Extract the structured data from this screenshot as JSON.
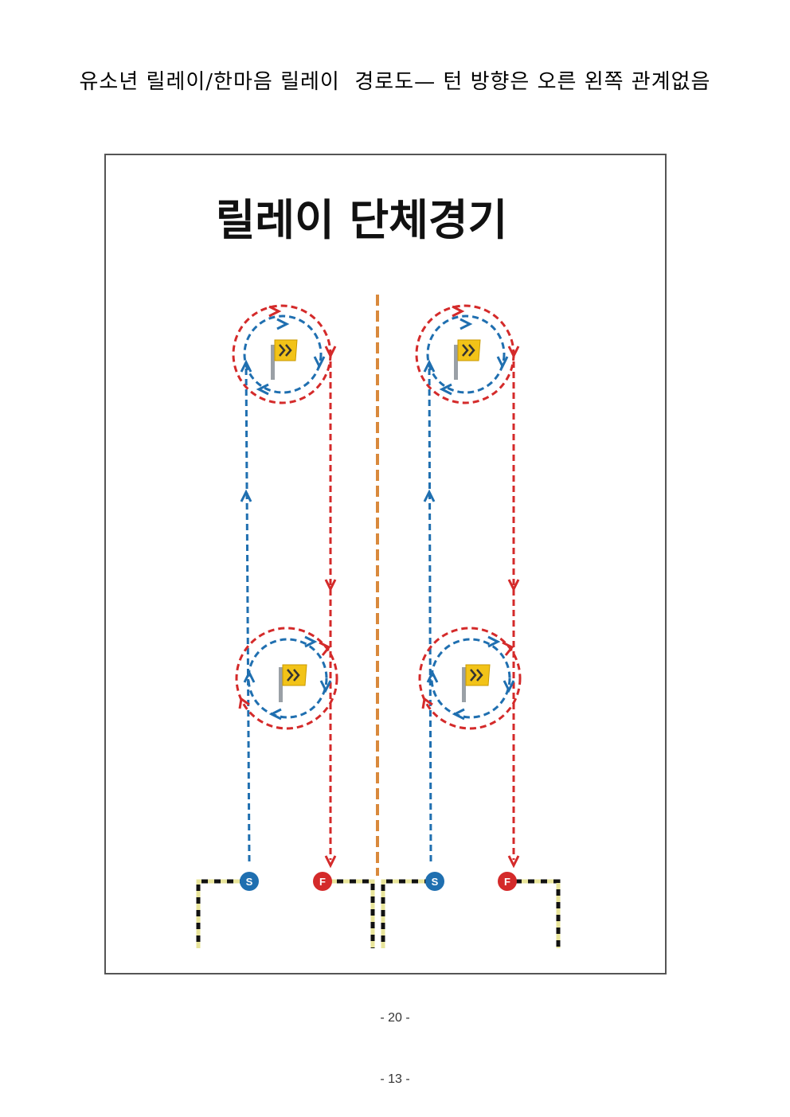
{
  "page": {
    "heading": "유소년 릴레이/한마음 릴레이  경로도— 턴 방향은 오른 왼쪽 관계없음",
    "page_number_inner": "- 20 -",
    "page_number_outer": "- 13 -"
  },
  "diagram": {
    "title": "릴레이 단체경기",
    "start_marker": "S",
    "finish_marker": "F",
    "colors": {
      "outbound": "#1f6fb0",
      "return": "#d42a2a",
      "divider": "#d9893c",
      "cone": "#f2c318",
      "border": "#111111"
    }
  }
}
